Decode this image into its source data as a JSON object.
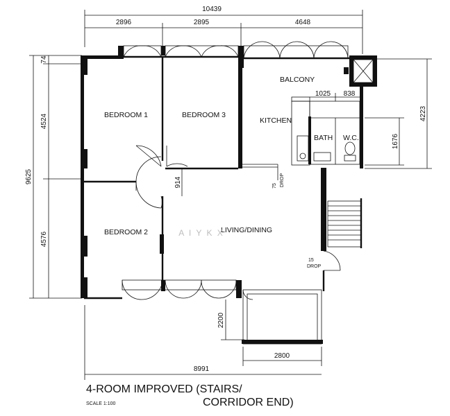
{
  "title": {
    "line1": "4-ROOM IMPROVED (STAIRS/",
    "line2": "CORRIDOR END)",
    "scale": "SCALE  1:100"
  },
  "rooms": {
    "bedroom1": "BEDROOM 1",
    "bedroom2": "BEDROOM 2",
    "bedroom3": "BEDROOM 3",
    "living": "LIVING/DINING",
    "kitchen": "KITCHEN",
    "balcony": "BALCONY",
    "bath": "BATH",
    "wc": "W.C."
  },
  "dimensions": {
    "overall_width": "10439",
    "seg_1": "2896",
    "seg_2": "2895",
    "seg_3": "4648",
    "bath_width": "1025",
    "wc_width": "838",
    "overall_height": "9625",
    "top_small": "74",
    "left_upper": "4524",
    "left_lower": "4576",
    "right_height": "4223",
    "right_small": "1676",
    "door_width": "914",
    "bay_depth": "2200",
    "bay_width": "2800",
    "bottom_width": "8991"
  },
  "annotations": {
    "drop_1_value": "75",
    "drop_1_label": "DROP",
    "drop_2_value": "15",
    "drop_2_label": "DROP"
  },
  "watermark": "A  I  Y  K  X"
}
